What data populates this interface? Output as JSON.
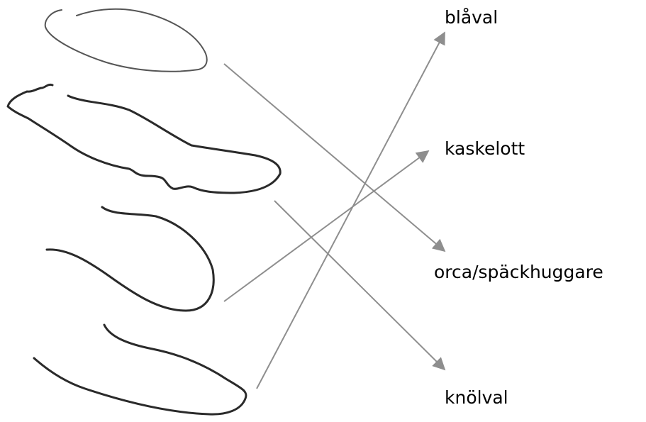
{
  "labels": [
    "blåval",
    "kaskelott",
    "orca/späckhuggare",
    "knölval"
  ],
  "colors": {
    "sketch": "#2a2a2a",
    "sketch_light": "#555555",
    "arrow": "#8e8e8e"
  },
  "connections": [
    {
      "from": "whale-outline-1",
      "to": "orca/späckhuggare"
    },
    {
      "from": "whale-outline-2",
      "to": "knölval"
    },
    {
      "from": "whale-outline-3",
      "to": "kaskelott"
    },
    {
      "from": "whale-outline-4",
      "to": "blåval"
    }
  ]
}
